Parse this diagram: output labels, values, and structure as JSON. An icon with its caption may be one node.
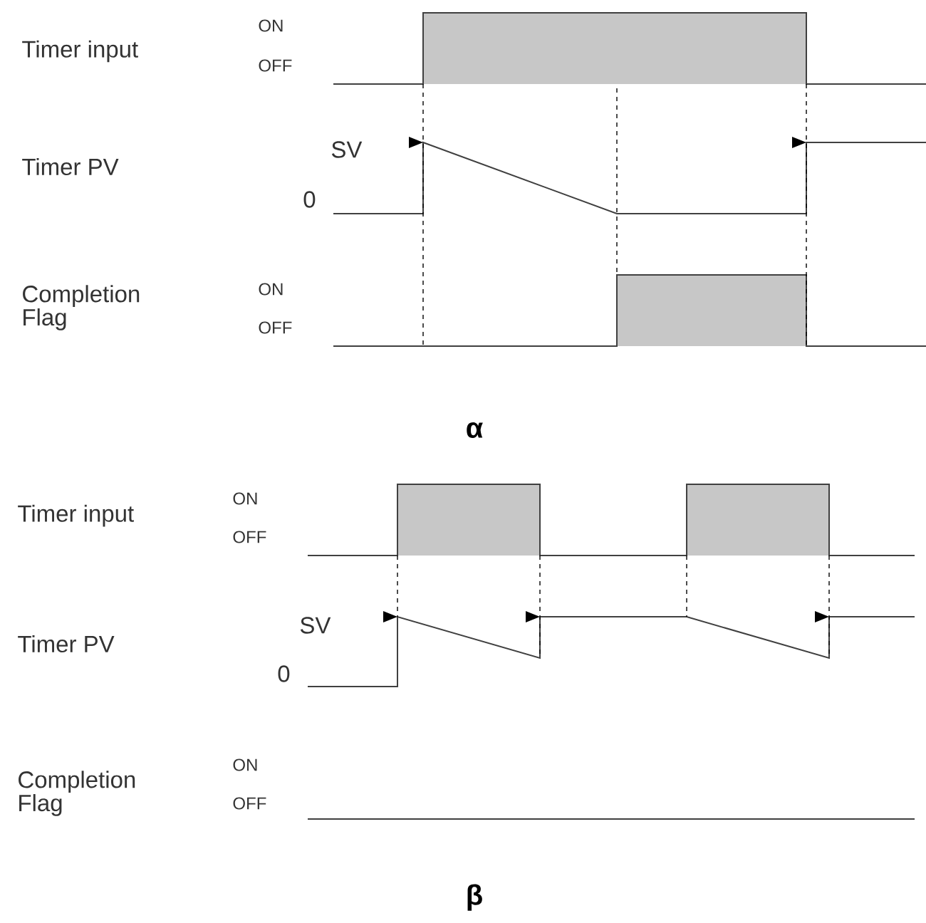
{
  "diagram": {
    "labels": [
      "Timer input",
      "ON",
      "OFF",
      "Timer PV",
      "SV",
      "0",
      "Completion Flag",
      "ON",
      "OFF",
      "α",
      "Timer input",
      "ON",
      "OFF",
      "Timer PV",
      "SV",
      "0",
      "Completion Flag",
      "ON",
      "OFF",
      "β"
    ]
  }
}
